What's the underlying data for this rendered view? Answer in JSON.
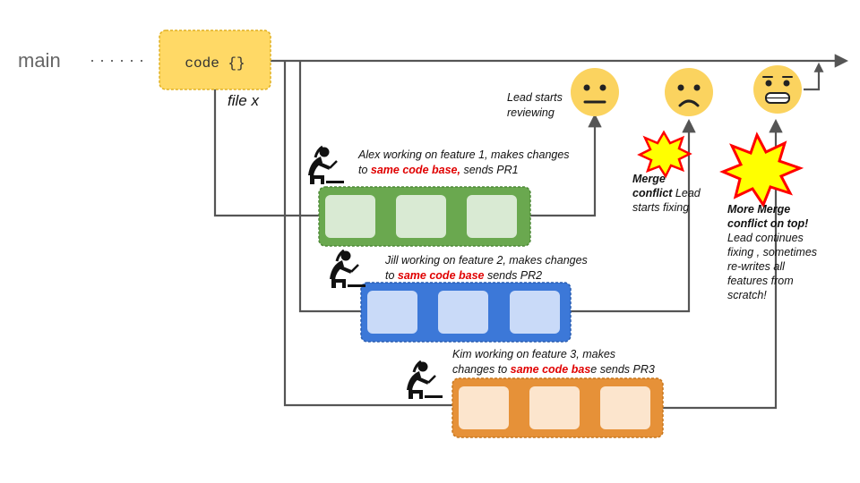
{
  "branch": {
    "label": "main",
    "dots": "· · · · · ·"
  },
  "code_box": {
    "label": "code {}",
    "file_label": "file x"
  },
  "developers": [
    {
      "line1": "Alex working on feature 1, makes changes",
      "line2_prefix": "to ",
      "highlight": "same code base,",
      "line2_suffix": " sends PR1",
      "color": "#6aa84f"
    },
    {
      "line1": "Jill working on feature 2, makes changes",
      "line2_prefix": "to ",
      "highlight": "same code base",
      "line2_suffix": " sends PR2",
      "color": "#3c78d8"
    },
    {
      "line1": "Kim working on feature 3, makes",
      "line2_prefix": "changes to ",
      "highlight": "same code bas",
      "line2_suffix": "e sends PR3",
      "color": "#e69138"
    }
  ],
  "lead": {
    "review_line1": "Lead starts",
    "review_line2": "reviewing",
    "conflict_bold1": "Merge",
    "conflict_bold2": "conflict",
    "conflict_rest": " Lead",
    "conflict_line3": "starts fixing",
    "more_bold1": "More Merge",
    "more_bold2": "conflict on top!",
    "more_lines": [
      "Lead continues",
      "fixing , sometimes",
      "re-writes all",
      "features from",
      "scratch!"
    ]
  },
  "colors": {
    "code_box": "#ffd966",
    "emoji": "#fbd35f",
    "burst_fill": "#ffff00",
    "burst_stroke": "#ff0000",
    "highlight": "#e00000"
  },
  "icons": [
    "developer-laptop-icon",
    "neutral-face-icon",
    "frowning-face-icon",
    "grimacing-face-icon",
    "explosion-icon"
  ]
}
